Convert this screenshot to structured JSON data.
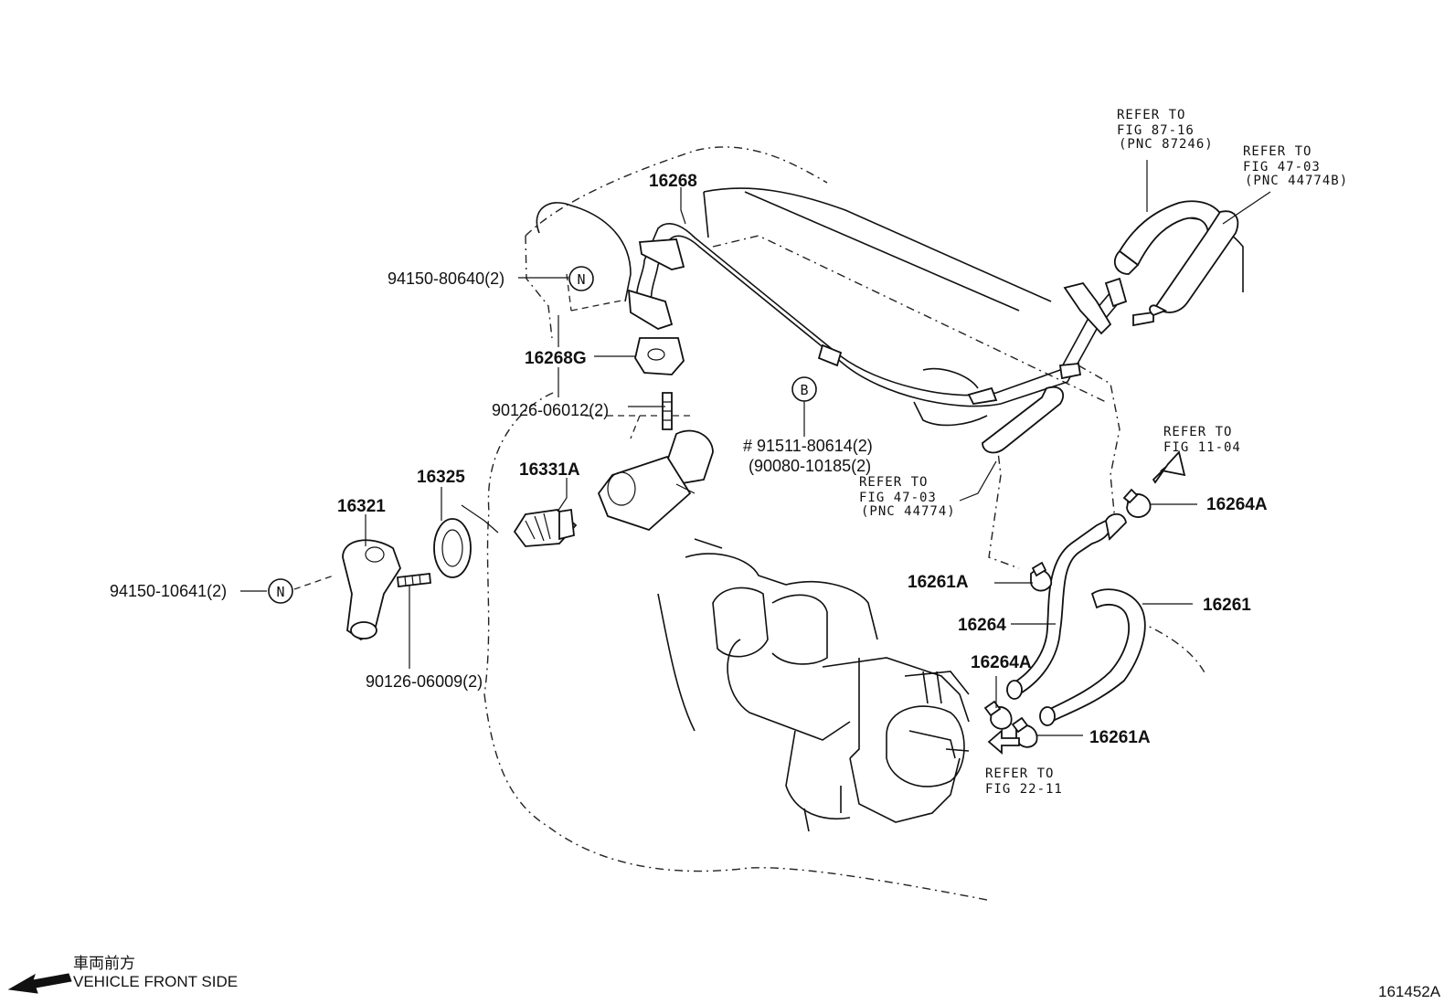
{
  "diagram_id": "161452A",
  "legend": {
    "japanese": "車両前方",
    "english": "VEHICLE FRONT SIDE"
  },
  "callouts": {
    "p16268": "16268",
    "p94150_80640": "94150-80640(2)",
    "p16268G": "16268G",
    "p90126_06012": "90126-06012(2)",
    "p16325": "16325",
    "p16331A": "16331A",
    "p16321": "16321",
    "p94150_10641": "94150-10641(2)",
    "p90126_06009": "90126-06009(2)",
    "p91511": "# 91511-80614(2)",
    "p90080": "(90080-10185(2)",
    "p16264A_top": "16264A",
    "p16261A_top": "16261A",
    "p16264": "16264",
    "p16261": "16261",
    "p16264A_bot": "16264A",
    "p16261A_bot": "16261A"
  },
  "symbols": {
    "n1": "N",
    "n2": "N",
    "b": "B"
  },
  "refs": {
    "r1": {
      "l1": "REFER TO",
      "l2": "FIG 87-16",
      "l3": "(PNC 87246)"
    },
    "r2": {
      "l1": "REFER TO",
      "l2": "FIG 47-03",
      "l3": "(PNC 44774B)"
    },
    "r3": {
      "l1": "REFER TO",
      "l2": "FIG 47-03",
      "l3": "(PNC 44774)"
    },
    "r4": {
      "l1": "REFER TO",
      "l2": "FIG 11-04"
    },
    "r5": {
      "l1": "REFER TO",
      "l2": "FIG 22-11"
    }
  }
}
